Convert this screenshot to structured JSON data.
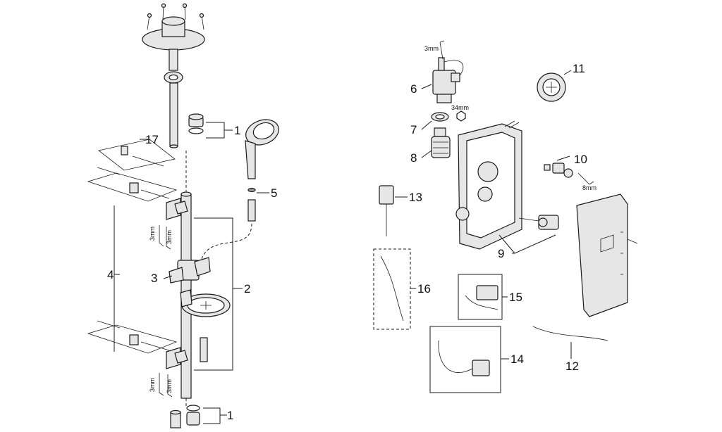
{
  "callouts": {
    "c1_top": "1",
    "c1_bottom": "1",
    "c2": "2",
    "c3": "3",
    "c4": "4",
    "c5": "5",
    "c6": "6",
    "c7": "7",
    "c8": "8",
    "c9": "9",
    "c10": "10",
    "c11": "11",
    "c12": "12",
    "c13": "13",
    "c14": "14",
    "c15": "15",
    "c16": "16",
    "c17": "17"
  },
  "tool_labels": {
    "hex_3mm_a": "3mm",
    "hex_3mm_b": "3mm",
    "hex_3mm_c": "3mm",
    "hex_3mm_d": "3mm",
    "hex_3mm_e": "3mm",
    "wrench_34mm": "34mm",
    "hex_8mm": "8mm"
  },
  "colors": {
    "line": "#1a1a1a",
    "fill": "#e6e6e6",
    "dark": "#9a9a9a"
  }
}
